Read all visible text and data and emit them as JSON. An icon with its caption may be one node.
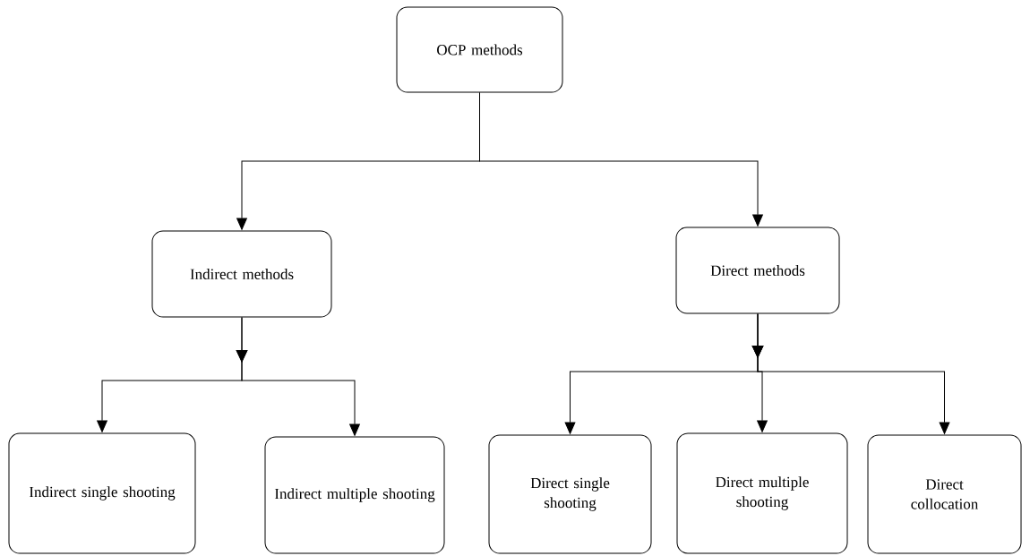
{
  "diagram": {
    "nodes": [
      {
        "text": [
          "OCP methods"
        ]
      },
      {
        "text": [
          "Indirect methods"
        ]
      },
      {
        "text": [
          "Direct methods"
        ]
      },
      {
        "text": [
          "Indirect single shooting"
        ]
      },
      {
        "text": [
          "Indirect multiple shooting"
        ]
      },
      {
        "text": [
          "Direct single shooting"
        ]
      },
      {
        "text": [
          "Direct multiple shooting"
        ]
      },
      {
        "text": [
          "Direct collocation"
        ]
      }
    ],
    "edges": [
      {
        "from": 0,
        "to": 1,
        "arrow": "to"
      },
      {
        "from": 0,
        "to": 2,
        "arrow": "to"
      },
      {
        "from": 1,
        "to": 3,
        "arrow": "to"
      },
      {
        "from": 1,
        "to": 4,
        "arrow": "to"
      },
      {
        "from": 2,
        "to": 5,
        "arrow": "to"
      },
      {
        "from": 2,
        "to": 6,
        "arrow": "to"
      },
      {
        "from": 2,
        "to": 7,
        "arrow": "to"
      }
    ]
  }
}
